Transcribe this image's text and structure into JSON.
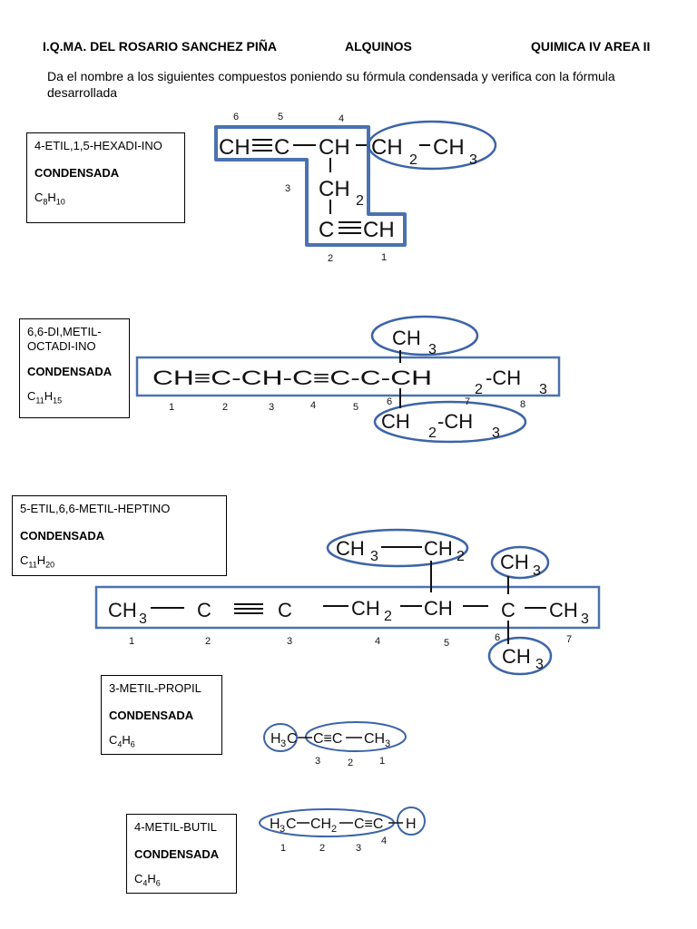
{
  "header": {
    "teacher": "I.Q.MA. DEL ROSARIO SANCHEZ PIÑA",
    "topic": "ALQUINOS",
    "course": "QUIMICA IV AREA II"
  },
  "instructions": "Da el nombre a los siguientes compuestos poniendo su fórmula condensada y verifica con la fórmula desarrollada",
  "condensada_label": "CONDENSADA",
  "compounds": [
    {
      "name": "4-ETIL,1,5-HEXADI-INO",
      "formula": {
        "c": "C",
        "cn": "8",
        "h": "H",
        "hn": "10"
      },
      "structure": {
        "main": [
          "CH",
          "C",
          "CH",
          "CH",
          "CH",
          "C",
          "CH"
        ],
        "ethyl": [
          "CH",
          "2",
          "CH",
          "3"
        ],
        "ch2_sub": "2",
        "numbers": [
          "6",
          "5",
          "4",
          "3",
          "2",
          "1"
        ]
      }
    },
    {
      "name": "6,6-DI,METIL-OCTADI-INO",
      "formula": {
        "c": "C",
        "cn": "11",
        "h": "H",
        "hn": "15"
      },
      "structure": {
        "top_group": [
          "CH",
          "3"
        ],
        "main_text": "CH≡C-CH-C≡C-C-CH",
        "main_sub": "2",
        "main_end": "-CH",
        "main_end_sub": "3",
        "bottom_group": [
          "CH",
          "2",
          "-CH",
          "3"
        ],
        "numbers": [
          "1",
          "2",
          "3",
          "4",
          "5",
          "6",
          "7",
          "8"
        ]
      }
    },
    {
      "name": "5-ETIL,6,6-METIL-HEPTINO",
      "formula": {
        "c": "C",
        "cn": "11",
        "h": "H",
        "hn": "20"
      },
      "structure": {
        "top_ethyl": [
          "CH",
          "3",
          "CH",
          "2"
        ],
        "top_methyl": [
          "CH",
          "3"
        ],
        "main": [
          "CH",
          "3",
          "C",
          "C",
          "CH",
          "2",
          "CH",
          "C",
          "CH",
          "3"
        ],
        "bottom_methyl": [
          "CH",
          "3"
        ],
        "numbers": [
          "1",
          "2",
          "3",
          "4",
          "5",
          "6",
          "7"
        ]
      }
    },
    {
      "name": "3-METIL-PROPIL",
      "formula": {
        "c": "C",
        "cn": "4",
        "h": "H",
        "hn": "6"
      },
      "structure": {
        "left": [
          "H",
          "3",
          "C"
        ],
        "mid": "C≡C",
        "right": [
          "CH",
          "3"
        ],
        "numbers": [
          "3",
          "2",
          "1"
        ]
      }
    },
    {
      "name": "4-METIL-BUTIL",
      "formula": {
        "c": "C",
        "cn": "4",
        "h": "H",
        "hn": "6"
      },
      "structure": {
        "part1": [
          "H",
          "3",
          "C"
        ],
        "part2": [
          "CH",
          "2"
        ],
        "part3": "C≡C",
        "part4": "H",
        "numbers": [
          "1",
          "2",
          "3",
          "4"
        ]
      }
    }
  ]
}
